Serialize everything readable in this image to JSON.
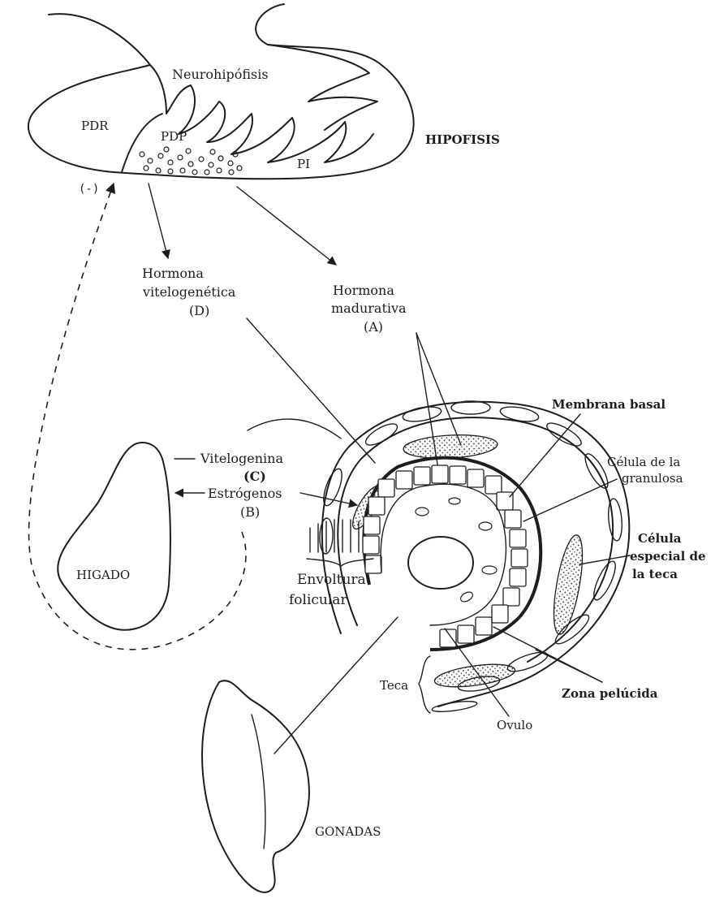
{
  "labels": {
    "neurohipofisis": "Neurohipófisis",
    "pdr": "PDR",
    "pdp": "PDP",
    "pi": "PI",
    "hipofisis": "HIPOFISIS",
    "feedback": "(-)",
    "hormona_vitelo_1": "Hormona",
    "hormona_vitelo_2": "vitelogenética",
    "hormona_vitelo_code": "(D)",
    "hormona_madur_1": "Hormona",
    "hormona_madur_2": "madurativa",
    "hormona_madur_code": "(A)",
    "membrana_basal": "Membrana basal",
    "celula_granulosa_1": "Célula de la",
    "celula_granulosa_2": "granulosa",
    "vitelogenina": "Vitelogenina",
    "vitelogenina_code": "(C)",
    "estrogenos": "Estrógenos",
    "estrogenos_code": "(B)",
    "higado": "HIGADO",
    "envoltura_1": "Envoltura",
    "envoltura_2": "folicular",
    "celula_especial_1": "Célula",
    "celula_especial_2": "especial de",
    "celula_especial_3": "la teca",
    "teca": "Teca",
    "zona_pelucida": "Zona pelúcida",
    "ovulo": "Ovulo",
    "gonadas": "GONADAS"
  },
  "colors": {
    "ink": "#1e1e1e",
    "paper": "#ffffff"
  }
}
